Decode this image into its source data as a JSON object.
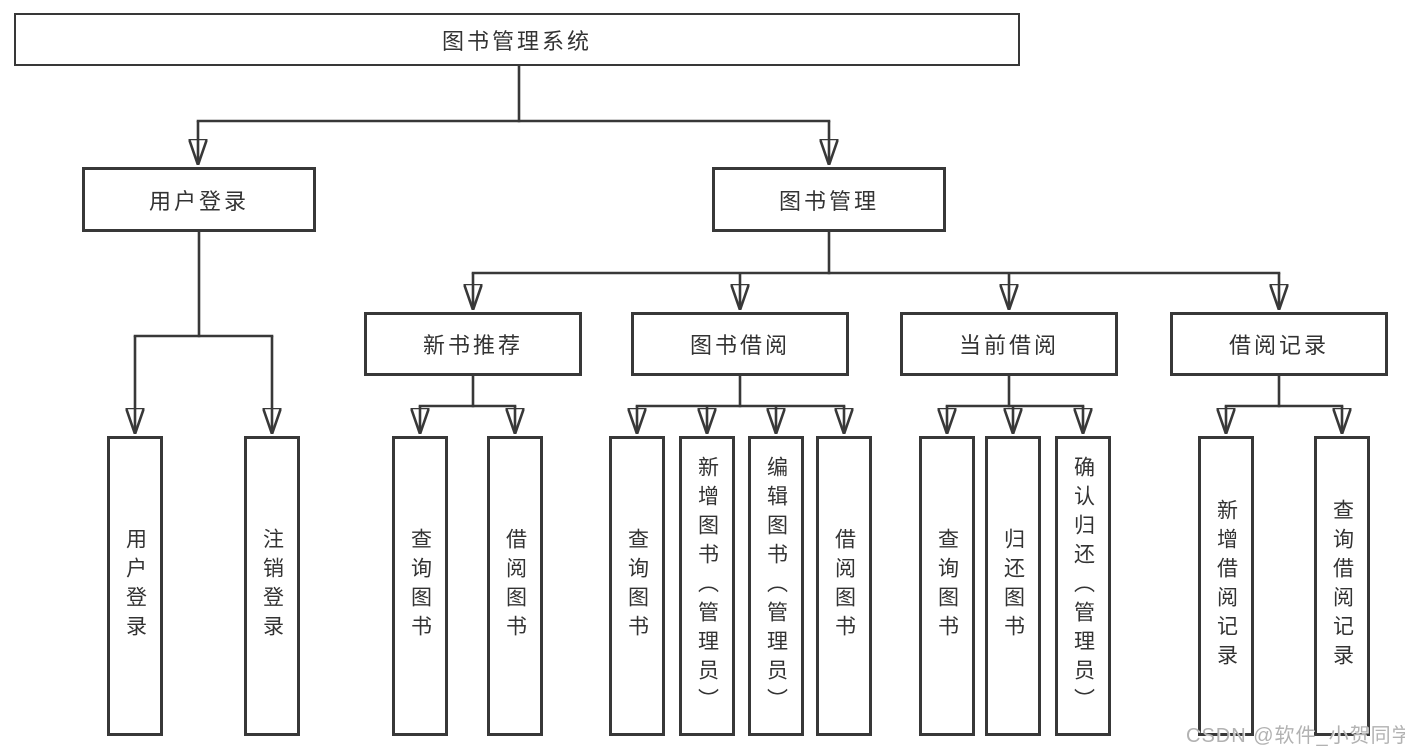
{
  "diagram": {
    "root": {
      "label": "图书管理系统"
    },
    "branches": [
      {
        "label": "用户登录",
        "children": [
          {
            "label": "用户登录"
          },
          {
            "label": "注销登录"
          }
        ]
      },
      {
        "label": "图书管理",
        "children": [
          {
            "label": "新书推荐",
            "children": [
              {
                "label": "查询图书"
              },
              {
                "label": "借阅图书"
              }
            ]
          },
          {
            "label": "图书借阅",
            "children": [
              {
                "label": "查询图书"
              },
              {
                "label": "新增图书（管理员）"
              },
              {
                "label": "编辑图书（管理员）"
              },
              {
                "label": "借阅图书"
              }
            ]
          },
          {
            "label": "当前借阅",
            "children": [
              {
                "label": "查询图书"
              },
              {
                "label": "归还图书"
              },
              {
                "label": "确认归还（管理员）"
              }
            ]
          },
          {
            "label": "借阅记录",
            "children": [
              {
                "label": "新增借阅记录"
              },
              {
                "label": "查询借阅记录"
              }
            ]
          }
        ]
      }
    ]
  },
  "watermark": {
    "text": "CSDN @软件_小贺同学"
  },
  "colors": {
    "line": "#383838",
    "text": "#333333",
    "watermark": "#b2b2b2",
    "background": "#ffffff"
  }
}
